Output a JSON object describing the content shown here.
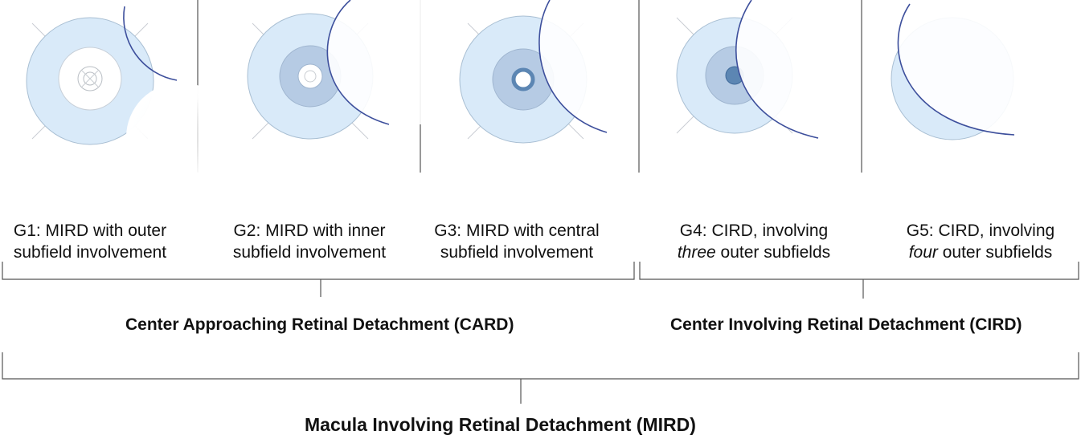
{
  "panels": [
    {
      "id": "G1",
      "line1": "G1: MIRD with outer",
      "line2_em": "",
      "line2": "subfield involvement"
    },
    {
      "id": "G2",
      "line1": "G2: MIRD with inner",
      "line2_em": "",
      "line2": "subfield involvement"
    },
    {
      "id": "G3",
      "line1": "G3: MIRD with central",
      "line2_em": "",
      "line2": "subfield involvement"
    },
    {
      "id": "G4",
      "line1": "G4: CIRD, involving",
      "line2_em": "three",
      "line2": " outer subfields"
    },
    {
      "id": "G5",
      "line1": "G5: CIRD, involving",
      "line2_em": "four",
      "line2": " outer subfields"
    }
  ],
  "groups": {
    "card": "Center Approaching Retinal Detachment (CARD)",
    "cird": "Center Involving Retinal Detachment (CIRD)"
  },
  "mird": "Macula Involving Retinal Detachment (MIRD)",
  "colors": {
    "outer_ring": "#d9eaf9",
    "inner_ring": "#b6cbe4",
    "center": "#5c86b3",
    "detachment_edge": "#3d4f9c",
    "rule": "#555555"
  }
}
